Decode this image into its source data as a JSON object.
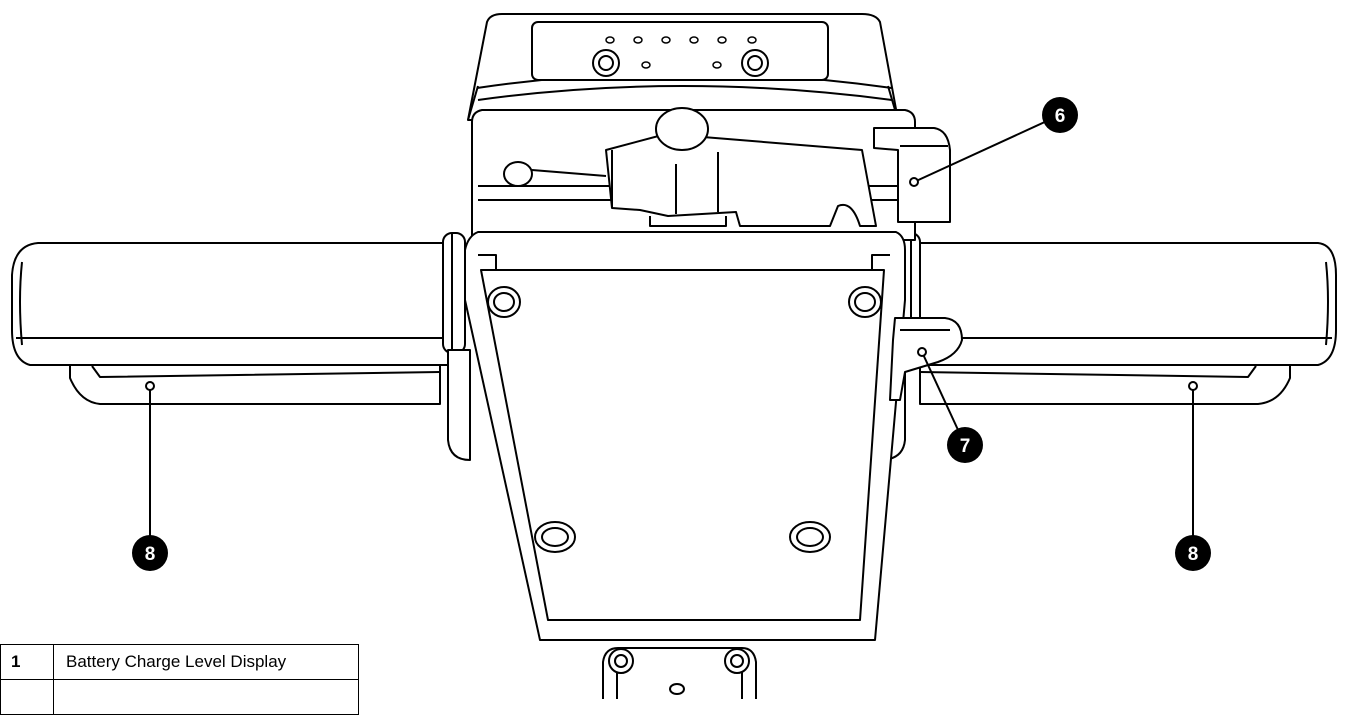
{
  "callouts": {
    "c6": "6",
    "c7": "7",
    "c8_left": "8",
    "c8_right": "8"
  },
  "legend": {
    "rows": [
      {
        "number": "1",
        "description": "Battery Charge Level Display"
      },
      {
        "number": "",
        "description": ""
      }
    ]
  }
}
